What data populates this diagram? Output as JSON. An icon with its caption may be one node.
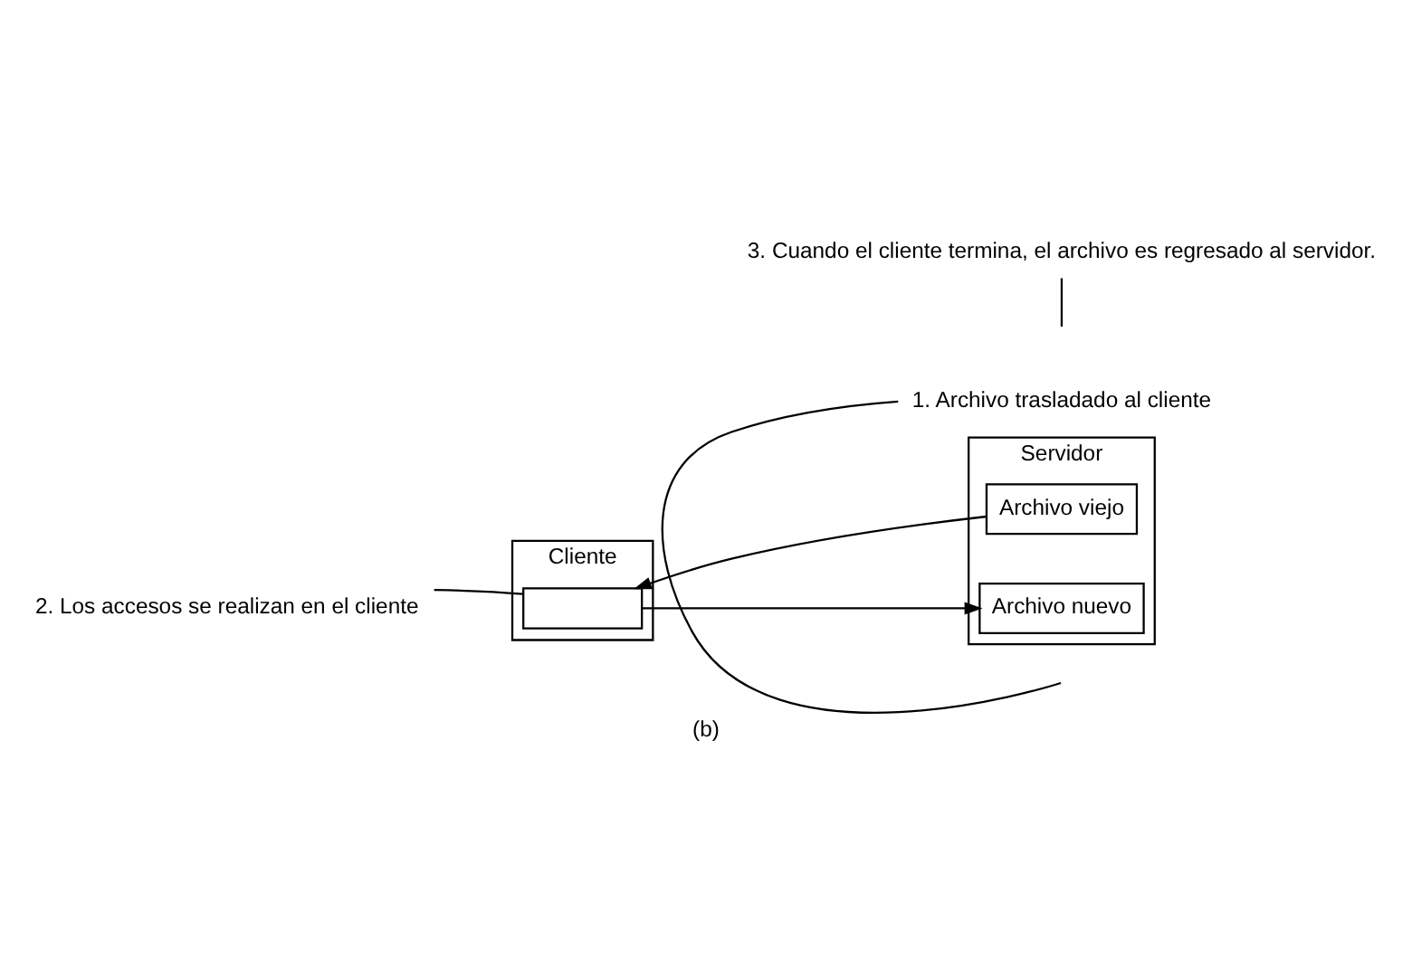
{
  "diagram": {
    "caption": "(b)",
    "nodes": [
      {
        "text": [
          "Cliente"
        ]
      },
      {
        "text": [],
        "shape": "box",
        "in": 0
      },
      {
        "text": [
          "Servidor"
        ]
      },
      {
        "text": [
          "Archivo viejo"
        ],
        "in": 2
      },
      {
        "text": [
          "Archivo nuevo"
        ],
        "in": 2
      },
      {
        "text": [
          "1. Archivo trasladado al cliente"
        ]
      },
      {
        "text": [
          "2. Los accesos se realizan en el cliente"
        ]
      },
      {
        "text": [
          "3. Cuando el cliente termina, el archivo es regresado al servidor."
        ]
      }
    ],
    "edges": [
      {
        "from": 3,
        "to": 1,
        "arrow": "to"
      },
      {
        "from": 1,
        "to": 4,
        "arrow": "to"
      },
      {
        "from": 5,
        "to": null,
        "arrow": "none"
      },
      {
        "from": 6,
        "to": 1,
        "arrow": "none"
      },
      {
        "from": 7,
        "to": null,
        "arrow": "none"
      }
    ]
  }
}
